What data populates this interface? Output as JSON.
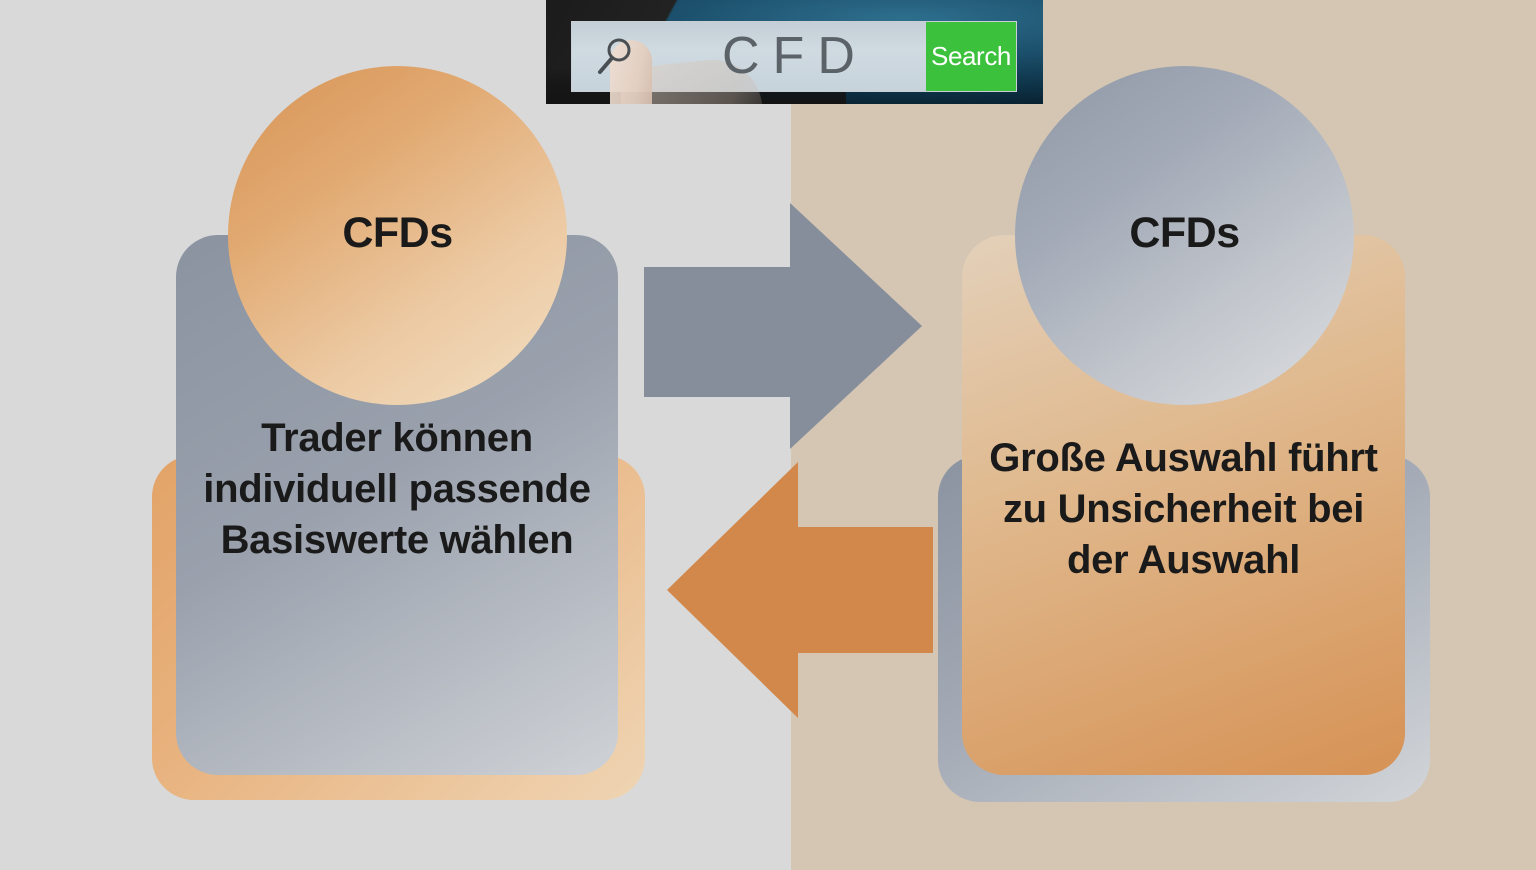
{
  "colors": {
    "bg_left": "#d9d9d9",
    "bg_right": "#d4c6b3",
    "gray_card": "#8b93a1",
    "orange_card": "#d69255",
    "orange_accent": "#d2884a",
    "gray_arrow": "#868e9c",
    "search_green": "#3cc13c",
    "text_dark": "#1a1a1a"
  },
  "search_widget": {
    "query_text": "CFD",
    "button_label": "Search",
    "icons": {
      "magnifier": "search-icon",
      "finger": "finger-pointer-icon"
    }
  },
  "left_panel": {
    "circle_label": "CFDs",
    "body_text": "Trader können individuell passende Basiswerte wählen"
  },
  "right_panel": {
    "circle_label": "CFDs",
    "body_text": "Große Auswahl führt zu Unsicherheit bei der Auswahl"
  },
  "arrows": [
    {
      "name": "arrow-right-gray",
      "direction": "right",
      "color": "#868e9c"
    },
    {
      "name": "arrow-left-orange",
      "direction": "left",
      "color": "#d2884a"
    }
  ]
}
